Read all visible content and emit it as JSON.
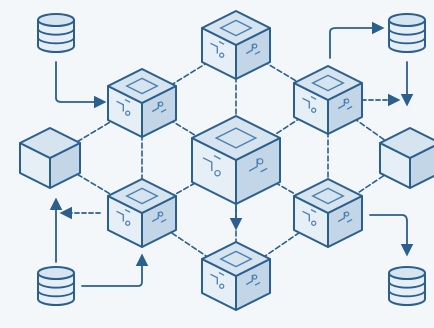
{
  "diagram": {
    "stroke_color": "#2b5f8e",
    "fill_top": "#d6e4f0",
    "fill_left": "#e6eef6",
    "fill_right": "#c3d6e8",
    "circuit_color": "#4a7fae",
    "nodes": [
      {
        "id": "center-cube",
        "type": "cube",
        "pattern": "circuit"
      },
      {
        "id": "top-cube",
        "type": "cube",
        "pattern": "circuit"
      },
      {
        "id": "upper-left-cube",
        "type": "cube",
        "pattern": "circuit"
      },
      {
        "id": "upper-right-cube",
        "type": "cube",
        "pattern": "circuit"
      },
      {
        "id": "lower-left-cube",
        "type": "cube",
        "pattern": "circuit"
      },
      {
        "id": "lower-right-cube",
        "type": "cube",
        "pattern": "circuit"
      },
      {
        "id": "bottom-cube",
        "type": "cube",
        "pattern": "circuit"
      },
      {
        "id": "left-cube",
        "type": "cube",
        "pattern": "plain"
      },
      {
        "id": "right-cube",
        "type": "cube",
        "pattern": "plain"
      },
      {
        "id": "db-top-left",
        "type": "database"
      },
      {
        "id": "db-top-right",
        "type": "database"
      },
      {
        "id": "db-bottom-left",
        "type": "database"
      },
      {
        "id": "db-bottom-right",
        "type": "database"
      }
    ]
  }
}
